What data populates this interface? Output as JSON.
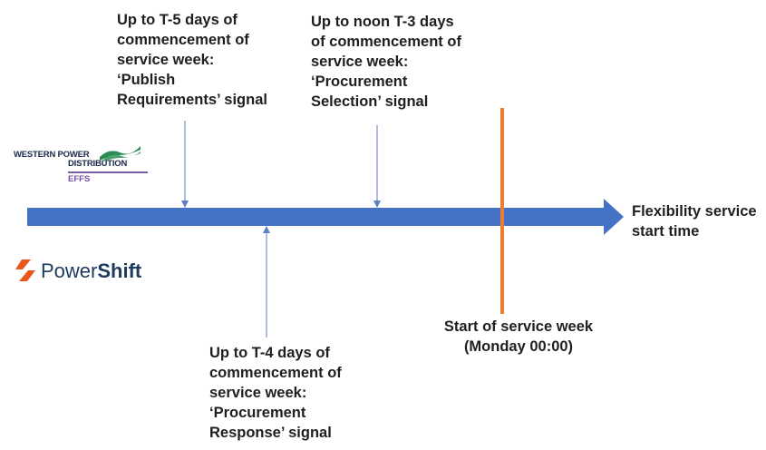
{
  "labels": {
    "t5": "Up to T-5 days of\ncommencement of\nservice week:\n‘Publish\nRequirements’ signal",
    "t3": "Up to noon T-3 days\nof commencement of\nservice week:\n‘Procurement\nSelection’ signal",
    "t4": "Up to T-4 days of\ncommencement of\nservice week:\n‘Procurement\nResponse’ signal",
    "arrow_end": "Flexibility service\nstart time",
    "service_week": "Start of service week\n(Monday 00:00)"
  },
  "logos": {
    "wpd_line1": "WESTERN POWER",
    "wpd_line2": "DISTRIBUTION",
    "wpd_sub": "EFFS",
    "powershift_light": "Power",
    "powershift_bold": "Shift"
  },
  "colors": {
    "timeline": "#4472c4",
    "marker": "#ed7d31",
    "pointer": "#5b7fc4"
  }
}
